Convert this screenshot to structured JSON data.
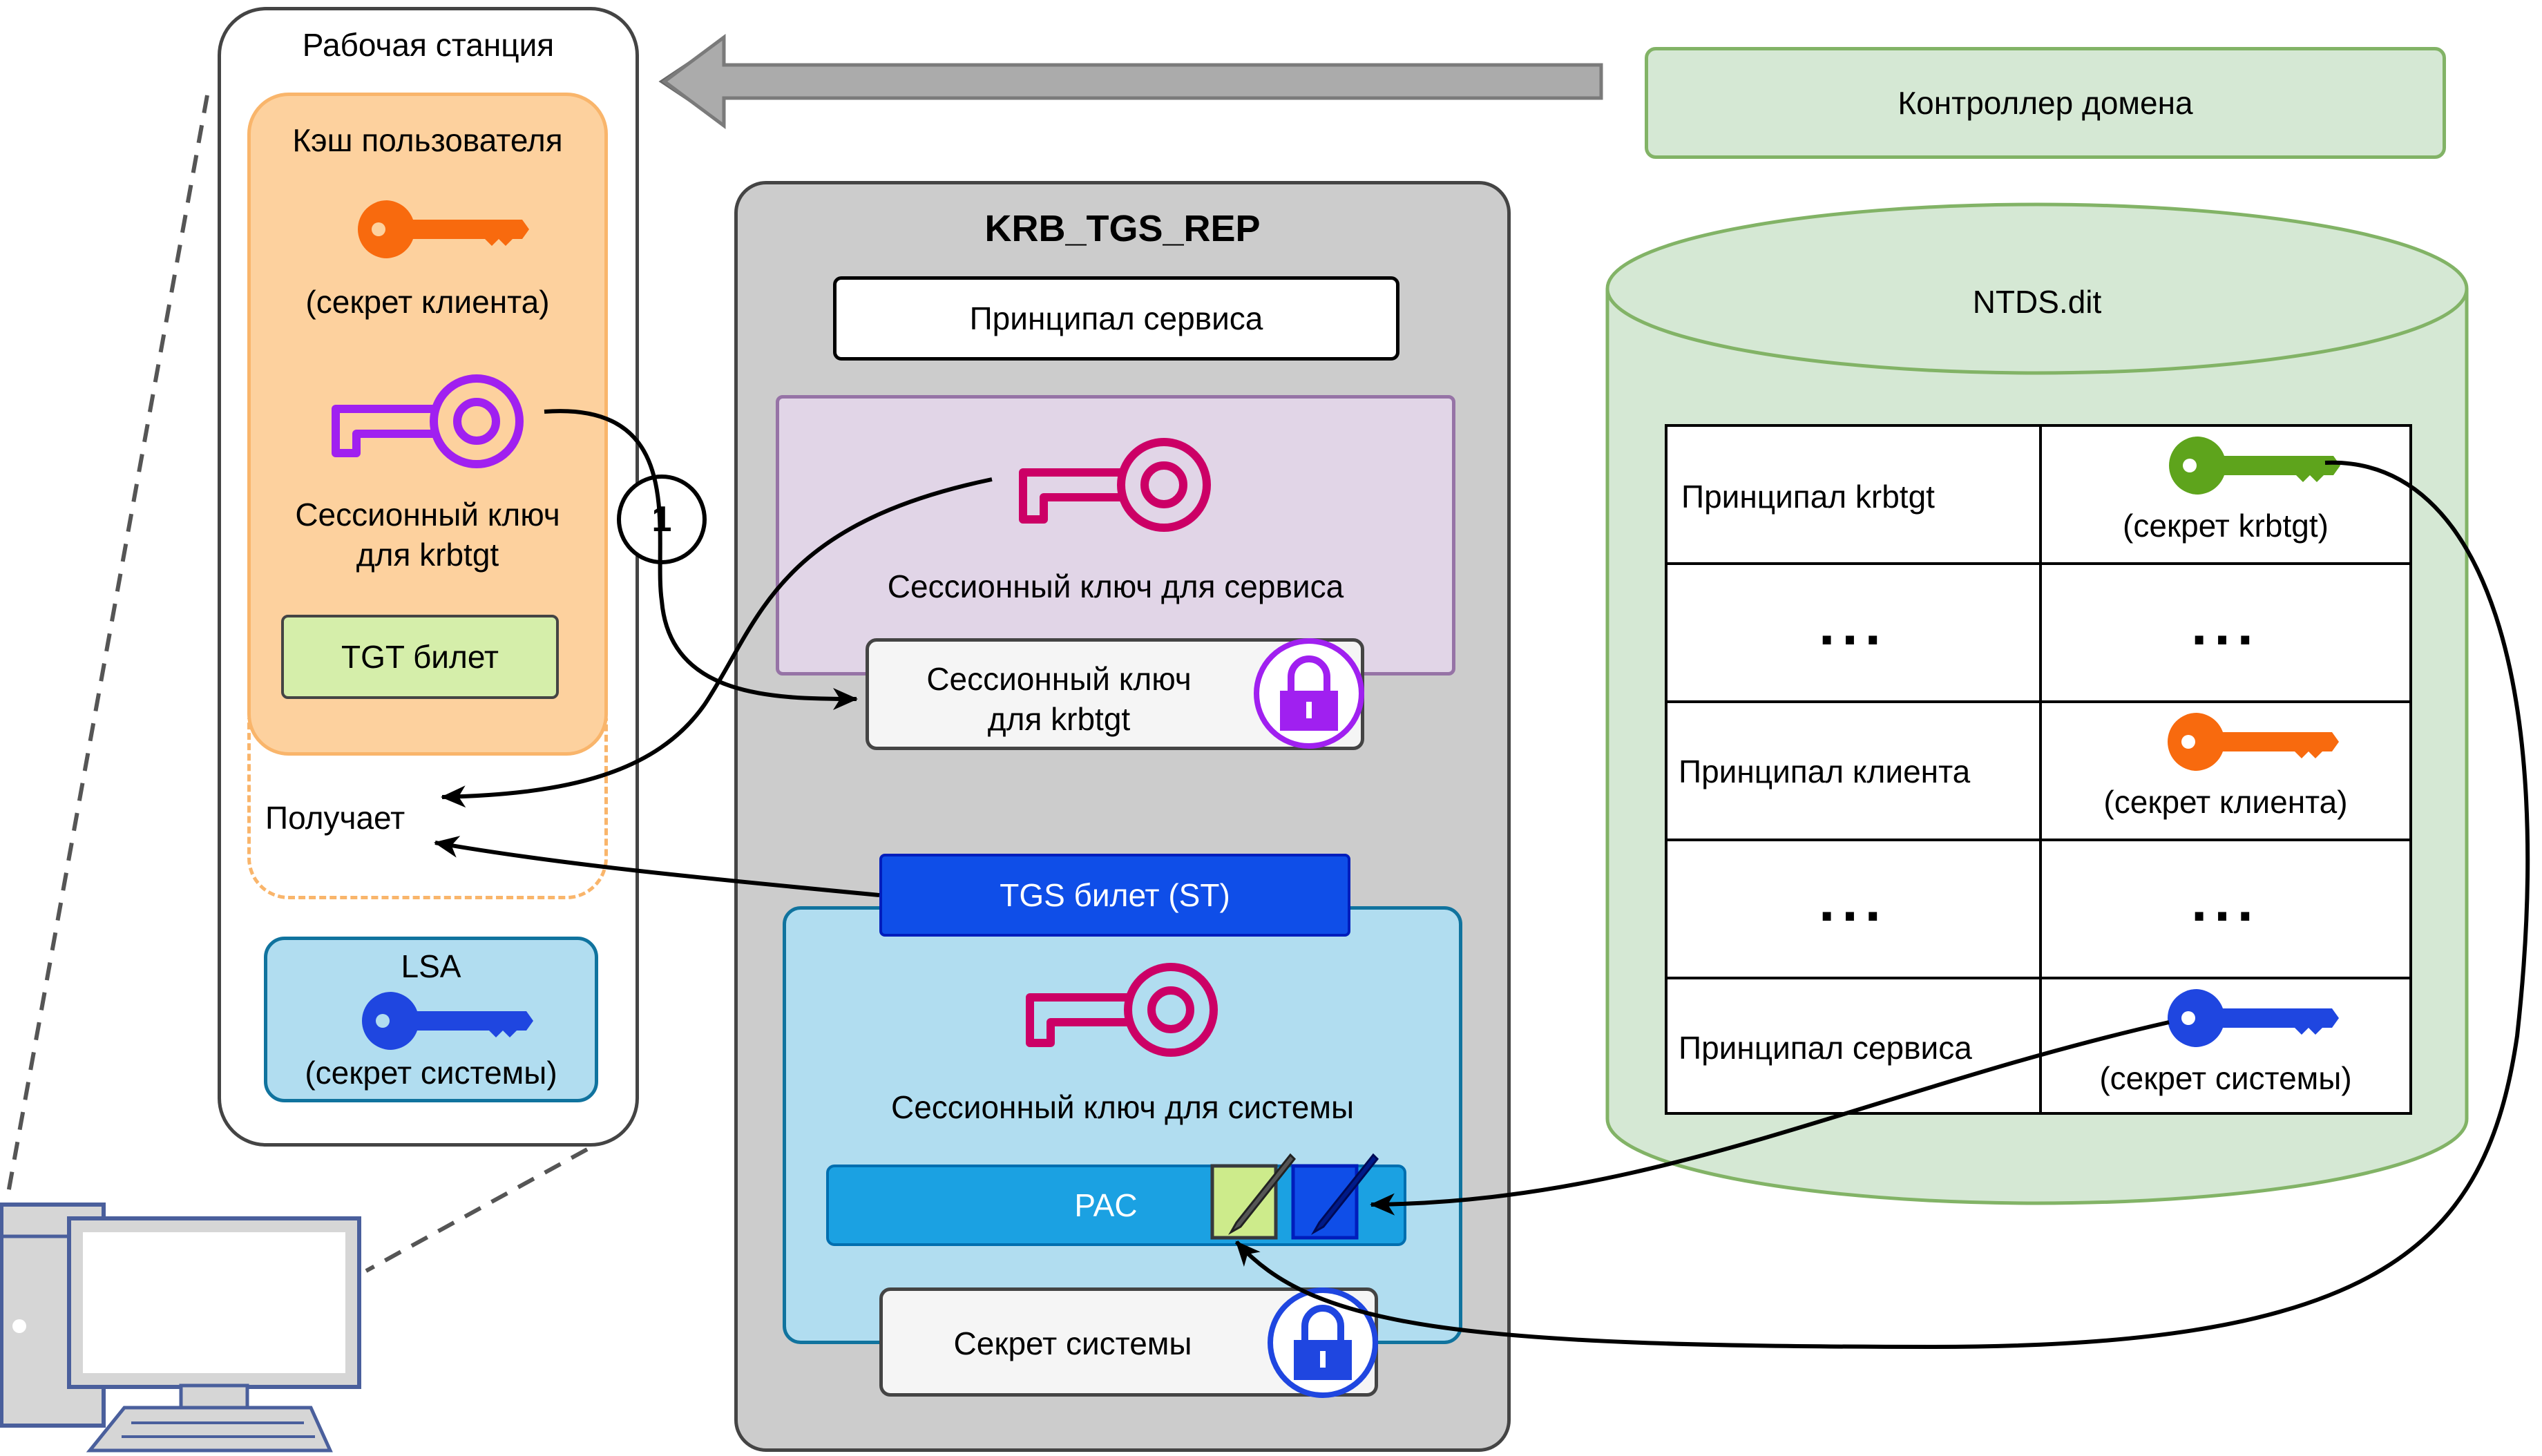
{
  "workstation": {
    "title": "Рабочая станция",
    "user_cache": {
      "title": "Кэш пользователя",
      "client_secret_caption": "(секрет клиента)",
      "session_key_caption_line1": "Сессионный ключ",
      "session_key_caption_line2": "для krbtgt",
      "tgt_label": "TGT билет"
    },
    "receives_label": "Получает",
    "lsa": {
      "title": "LSA",
      "caption": "(секрет системы)"
    }
  },
  "domain_controller": {
    "label": "Контроллер домена"
  },
  "krb_tgs_rep": {
    "title": "KRB_TGS_REP",
    "service_principal": "Принципал сервиса",
    "service_session_key_caption": "Сессионный ключ для сервиса",
    "encrypted_session_key_line1": "Сессионный ключ",
    "encrypted_session_key_line2": "для krbtgt",
    "tgs_ticket_label": "TGS билет (ST)",
    "system_session_key_caption": "Сессионный ключ для системы",
    "pac_label": "PAC",
    "system_secret_label": "Секрет системы"
  },
  "ntds": {
    "title": "NTDS.dit",
    "rows": [
      {
        "principal": "Принципал krbtgt",
        "secret": "(секрет krbtgt)"
      },
      {
        "principal": "...",
        "secret": "..."
      },
      {
        "principal": "Принципал клиента",
        "secret": "(секрет клиента)"
      },
      {
        "principal": "...",
        "secret": "..."
      },
      {
        "principal": "Принципал сервиса",
        "secret": "(секрет системы)"
      }
    ]
  },
  "step_marker": "1",
  "colors": {
    "orange_key": "#f86a0e",
    "purple_key": "#a020f0",
    "pink_key": "#cc0066",
    "blue_key": "#1f46e0",
    "green_key": "#5ea41c",
    "cache_fill": "#fdd19e",
    "tgt_fill": "#d5eeaa",
    "lsa_fill": "#b1ddf0",
    "dc_fill": "#d5e8d4",
    "rep_fill": "#cccccc",
    "service_key_fill": "#e1d5e7",
    "tgs_header_fill": "#0f4ee8",
    "pac_fill": "#1ba1e2"
  },
  "icons": [
    "orange-key-icon",
    "purple-key-icon",
    "pink-key-icon",
    "blue-key-icon",
    "green-key-icon",
    "purple-lock-icon",
    "blue-lock-icon",
    "green-signature-icon",
    "blue-signature-icon",
    "computer-icon",
    "gray-arrow-icon"
  ]
}
